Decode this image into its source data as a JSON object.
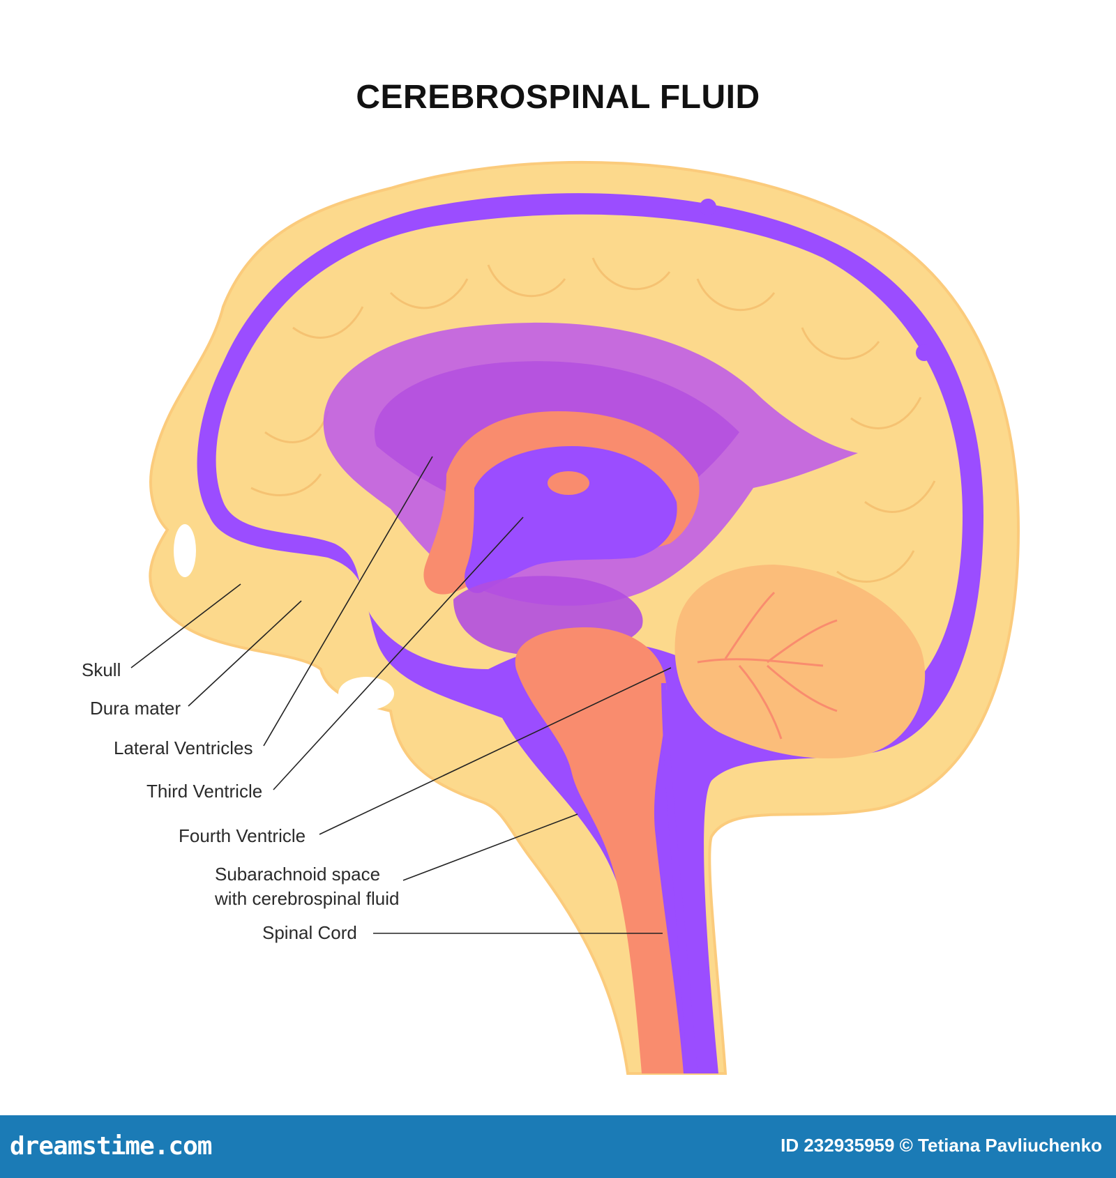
{
  "title": "CEREBROSPINAL FLUID",
  "labels": {
    "skull": "Skull",
    "dura_mater": "Dura mater",
    "lateral_ventricles": "Lateral Ventricles",
    "third_ventricle": "Third Ventricle",
    "fourth_ventricle": "Fourth Ventricle",
    "subarachnoid_line1": "Subarachnoid space",
    "subarachnoid_line2": "with cerebrospinal fluid",
    "spinal_cord": "Spinal Cord"
  },
  "footer": {
    "logo": "dreamstime.com",
    "credit": "ID 232935959 © Tetiana Pavliuchenko"
  },
  "colors": {
    "skull": "#fcd98c",
    "csf": "#9b4dff",
    "ventricle": "#c05ee6",
    "brainstem": "#f98c6e",
    "cerebellum": "#fbbd7a",
    "footer": "#1b7bb6"
  }
}
